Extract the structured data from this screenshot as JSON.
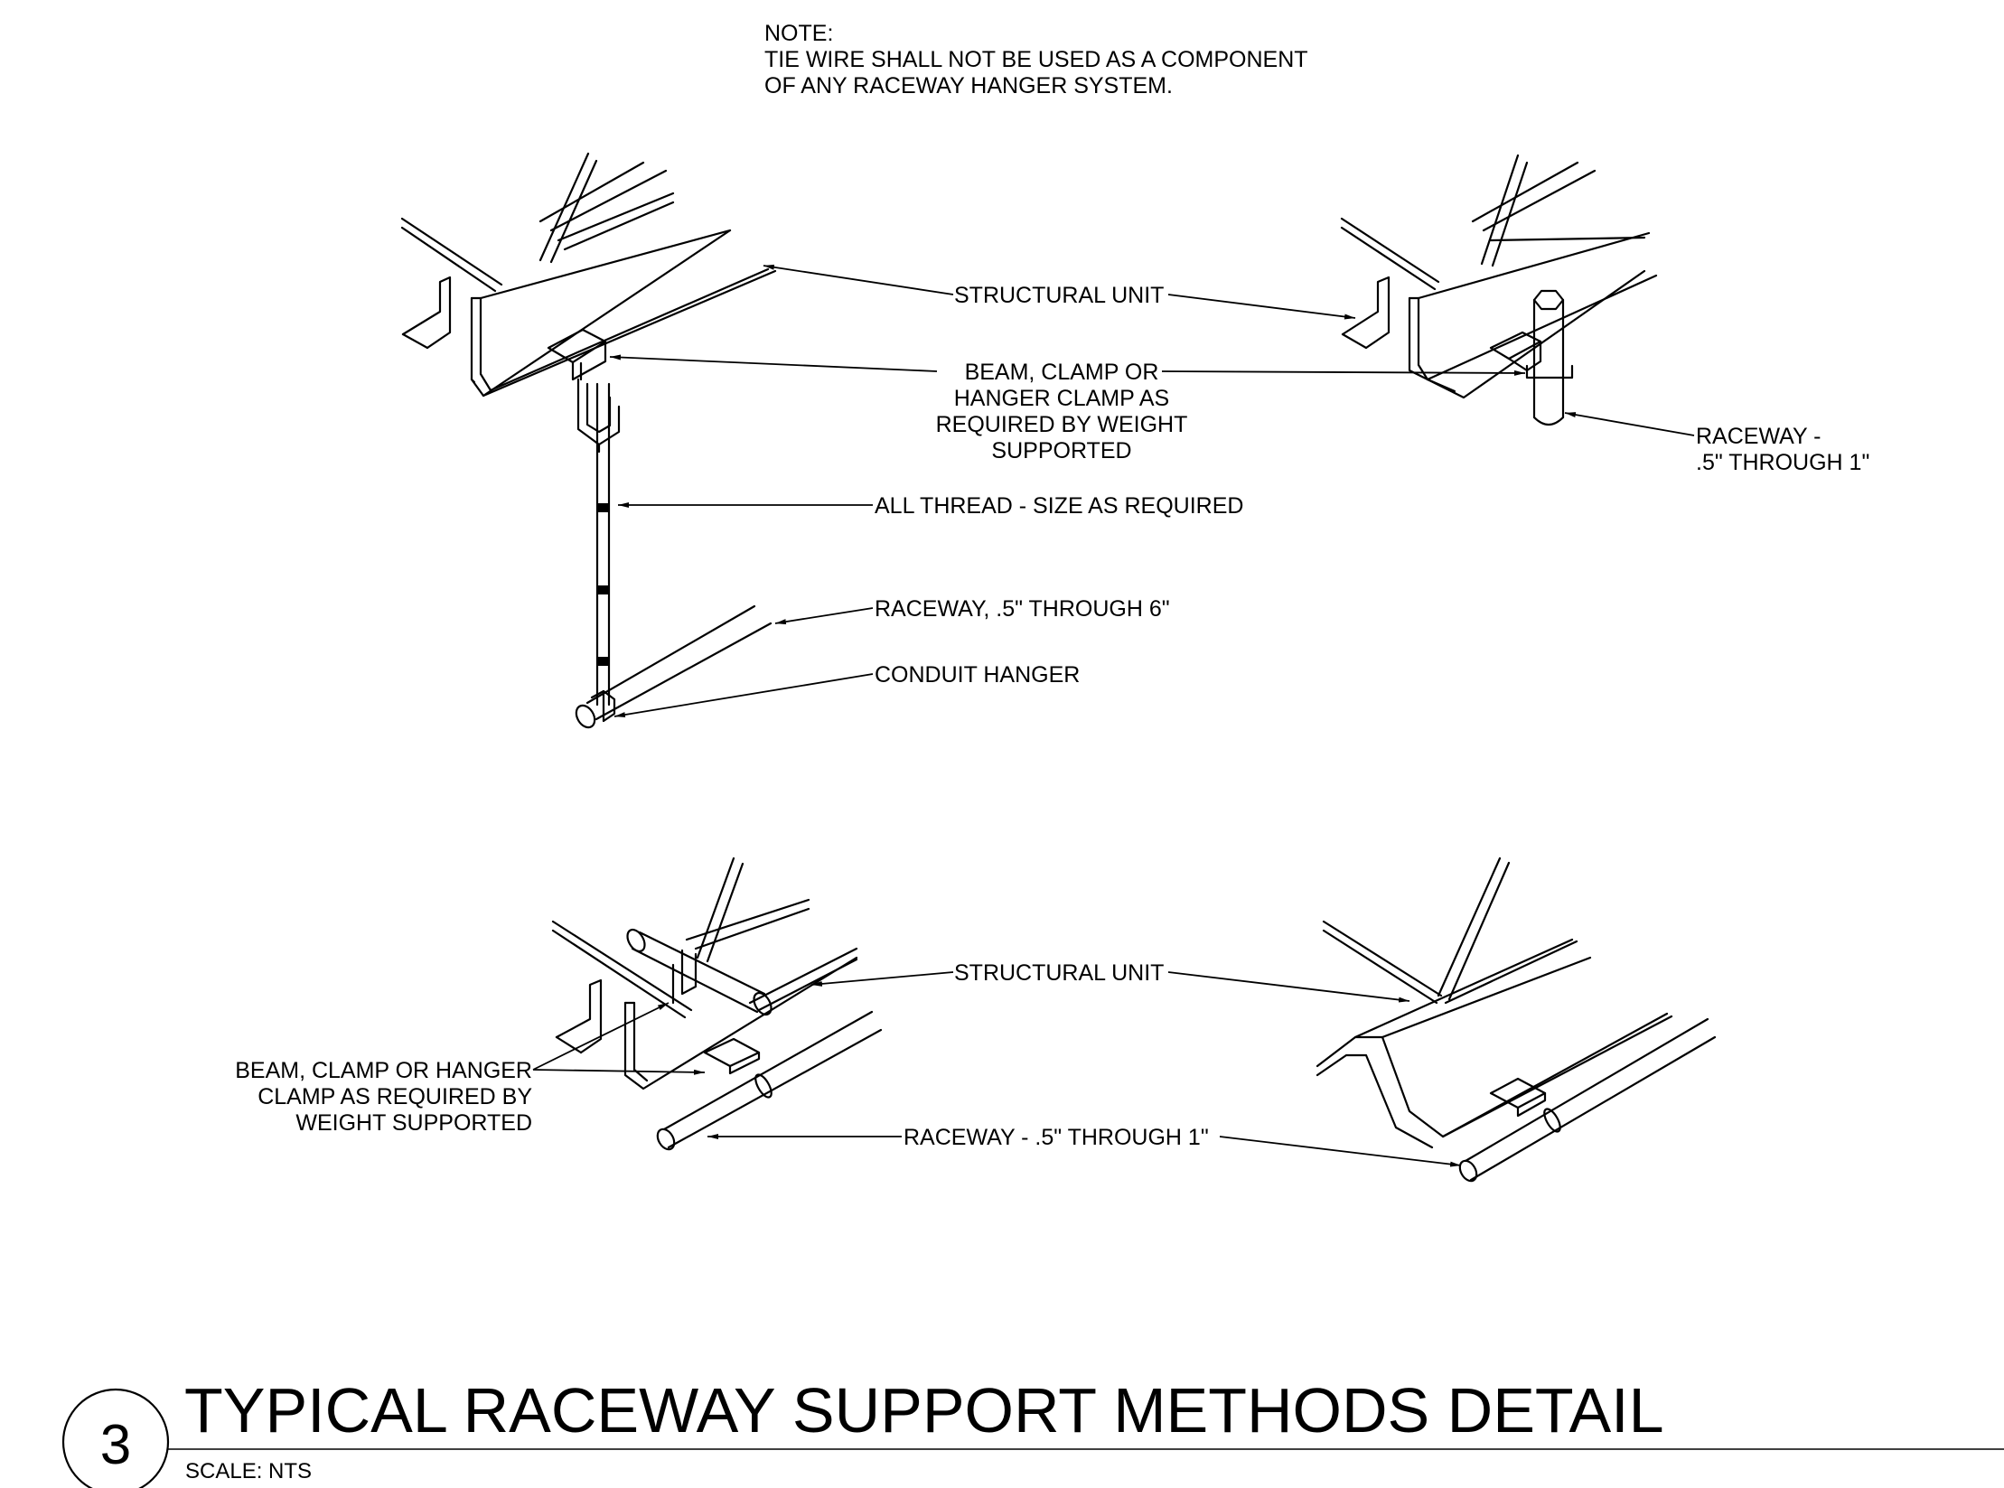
{
  "note": {
    "heading": "NOTE:",
    "line1": "TIE WIRE SHALL NOT BE USED AS A COMPONENT",
    "line2": "OF ANY RACEWAY HANGER SYSTEM."
  },
  "top_left": {
    "structural_unit": "STRUCTURAL UNIT",
    "clamp_1": "BEAM, CLAMP OR",
    "clamp_2": "HANGER CLAMP AS",
    "clamp_3": "REQUIRED BY WEIGHT",
    "clamp_4": "SUPPORTED",
    "all_thread": "ALL THREAD - SIZE AS REQUIRED",
    "raceway": "RACEWAY, .5\" THROUGH 6\"",
    "conduit_hanger": "CONDUIT HANGER"
  },
  "top_right": {
    "raceway_1": "RACEWAY -",
    "raceway_2": ".5\" THROUGH 1\""
  },
  "bottom": {
    "structural_unit": "STRUCTURAL UNIT",
    "clamp_1": "BEAM, CLAMP OR HANGER",
    "clamp_2": "CLAMP AS REQUIRED BY",
    "clamp_3": "WEIGHT SUPPORTED",
    "raceway": "RACEWAY - .5\" THROUGH 1\""
  },
  "title_block": {
    "detail_number": "3",
    "title": "TYPICAL RACEWAY SUPPORT METHODS DETAIL",
    "scale": "SCALE: NTS"
  }
}
